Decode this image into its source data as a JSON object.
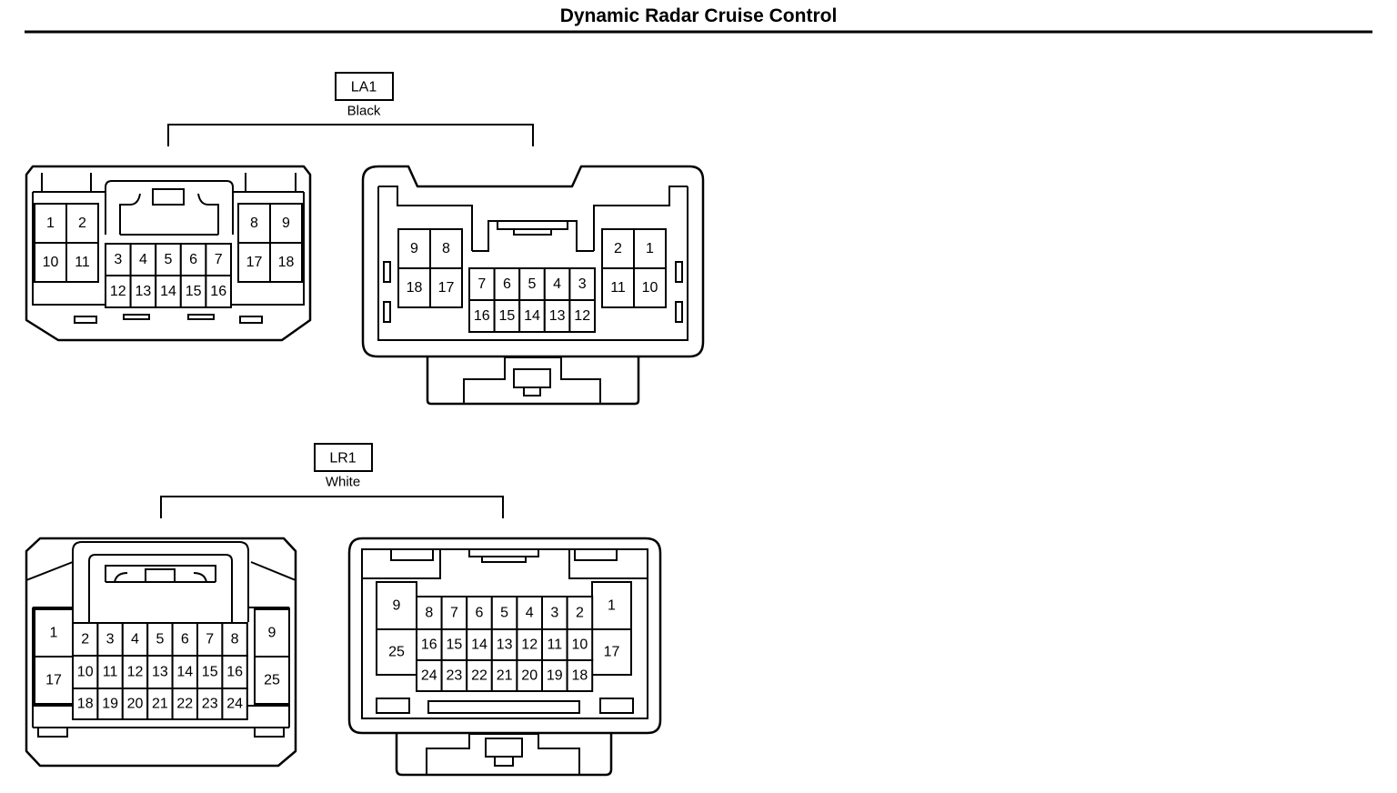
{
  "title": "Dynamic Radar Cruise Control",
  "connectors": [
    {
      "code": "LA1",
      "color": "Black",
      "views": [
        {
          "name": "la1-male",
          "pins": [
            [
              "1",
              "2",
              "8",
              "9"
            ],
            [
              "10",
              "11",
              "17",
              "18"
            ],
            [
              "3",
              "4",
              "5",
              "6",
              "7"
            ],
            [
              "12",
              "13",
              "14",
              "15",
              "16"
            ]
          ]
        },
        {
          "name": "la1-female",
          "pins": [
            [
              "9",
              "8",
              "2",
              "1"
            ],
            [
              "18",
              "17",
              "11",
              "10"
            ],
            [
              "7",
              "6",
              "5",
              "4",
              "3"
            ],
            [
              "16",
              "15",
              "14",
              "13",
              "12"
            ]
          ]
        }
      ]
    },
    {
      "code": "LR1",
      "color": "White",
      "views": [
        {
          "name": "lr1-male",
          "pins": [
            [
              "1",
              "9",
              "17",
              "25"
            ],
            [
              "2",
              "3",
              "4",
              "5",
              "6",
              "7",
              "8"
            ],
            [
              "10",
              "11",
              "12",
              "13",
              "14",
              "15",
              "16"
            ],
            [
              "18",
              "19",
              "20",
              "21",
              "22",
              "23",
              "24"
            ]
          ]
        },
        {
          "name": "lr1-female",
          "pins": [
            [
              "9",
              "1",
              "25",
              "17"
            ],
            [
              "8",
              "7",
              "6",
              "5",
              "4",
              "3",
              "2"
            ],
            [
              "16",
              "15",
              "14",
              "13",
              "12",
              "11",
              "10"
            ],
            [
              "24",
              "23",
              "22",
              "21",
              "20",
              "19",
              "18"
            ]
          ]
        }
      ]
    }
  ]
}
